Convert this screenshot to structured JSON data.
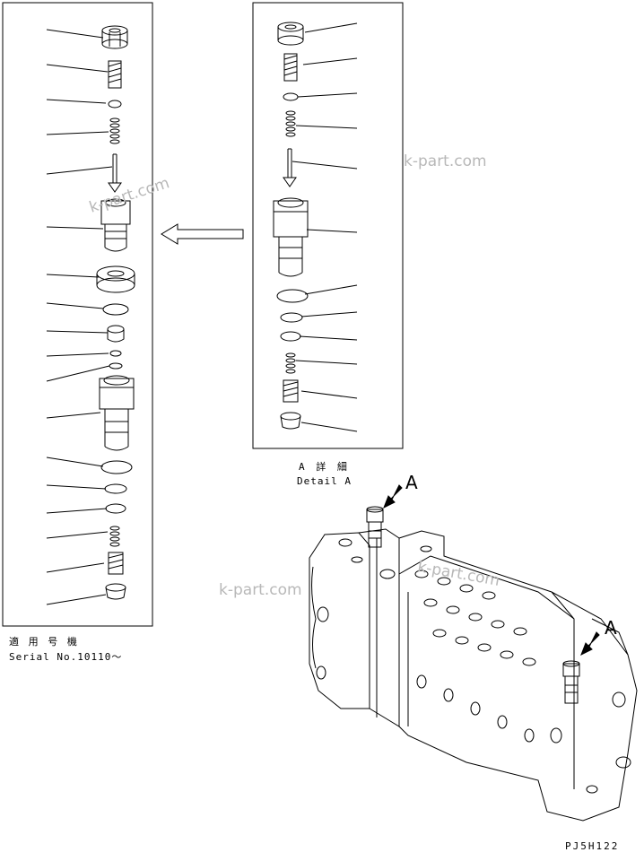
{
  "detail_label_jp": "A 詳 細",
  "detail_label_en": "Detail A",
  "serial_label_jp": "適 用 号 機",
  "serial_label_en": "Serial No.10110～",
  "view_marker_1": "A",
  "view_marker_2": "A",
  "drawing_code": "PJ5H122",
  "watermark_1": "k-part.com",
  "watermark_2": "k-part.com",
  "watermark_3": "k-part.com",
  "watermark_4": "k-part.com"
}
